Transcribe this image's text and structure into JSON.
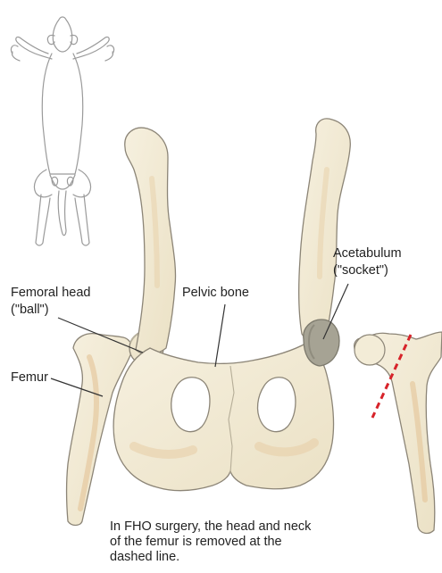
{
  "labels": {
    "femoral_head_line1": "Femoral head",
    "femoral_head_line2": "(\"ball\")",
    "pelvic_bone": "Pelvic bone",
    "femur": "Femur",
    "acetabulum_line1": "Acetabulum",
    "acetabulum_line2": "(\"socket\")"
  },
  "caption": {
    "line1": "In FHO surgery, the head and neck",
    "line2": "of the femur is removed at the",
    "line3": "dashed line."
  },
  "colors": {
    "bone_fill": "#f1ead6",
    "bone_shade": "#e8cfa8",
    "bone_outline": "#8c8577",
    "socket_fill": "#a6a394",
    "cut_line": "#d7232a",
    "leader_line": "#333333"
  }
}
